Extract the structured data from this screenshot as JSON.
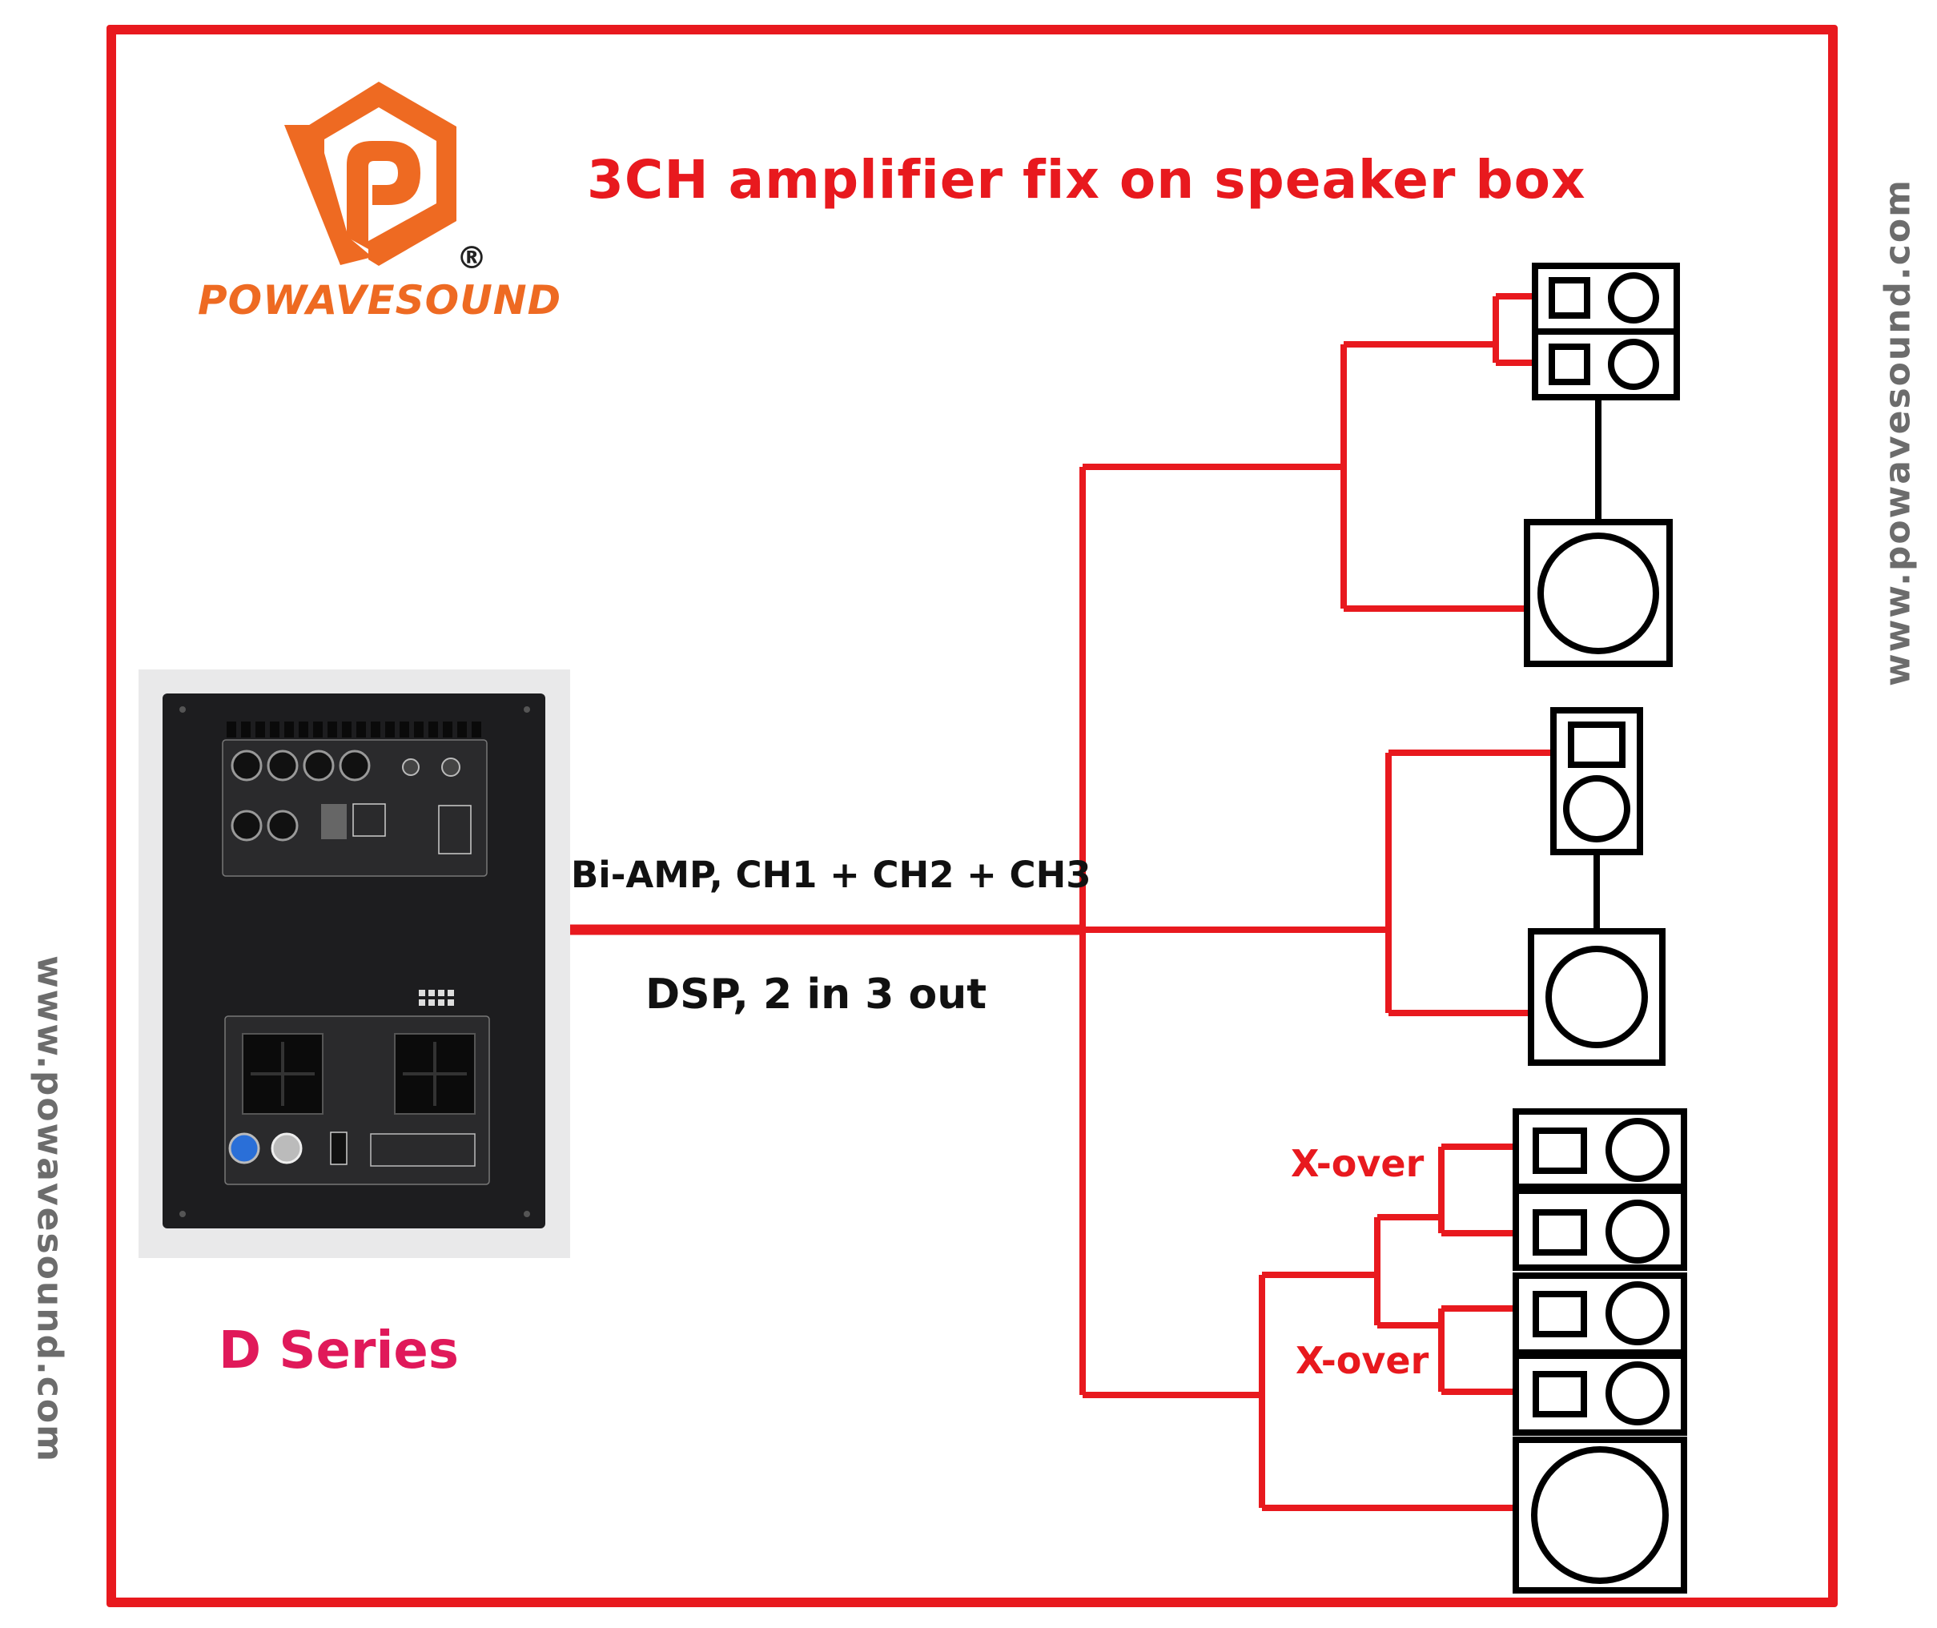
{
  "title": "3CH amplifier fix on speaker box",
  "brand": {
    "name": "POWAVESOUND",
    "registered": "®"
  },
  "website": "www.powavesound.com",
  "amp_label": "Bi-AMP, CH1 + CH2 + CH3",
  "dsp_label": "DSP, 2 in 3 out",
  "series_label": "D Series",
  "xover_label": "X-over",
  "colors": {
    "wire": "#e8191e",
    "frame": "#e8191e",
    "logo": "#ee6a22",
    "series": "#e0195a",
    "speaker": "#000000"
  }
}
